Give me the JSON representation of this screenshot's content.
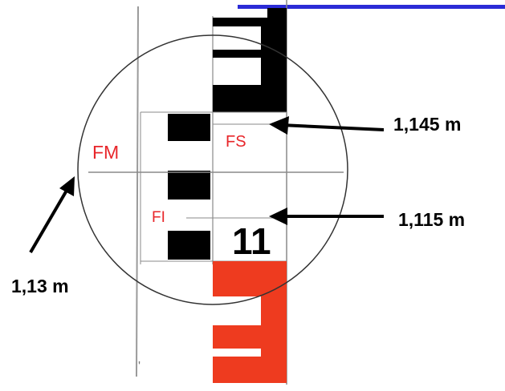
{
  "labels": {
    "fm": "FM",
    "fs": "FS",
    "fi": "FI",
    "rod_number": "11",
    "reading_upper": "1,145 m",
    "reading_lower": "1,115 m",
    "reading_middle": "1,13 m"
  },
  "colors": {
    "background": "#ffffff",
    "rod_black": "#000000",
    "rod_red": "#ee3b1f",
    "label_red": "#e8262a",
    "top_bar_blue": "#2b2bd6",
    "circle": "#333333",
    "rod_outline": "#8a8a8a"
  }
}
